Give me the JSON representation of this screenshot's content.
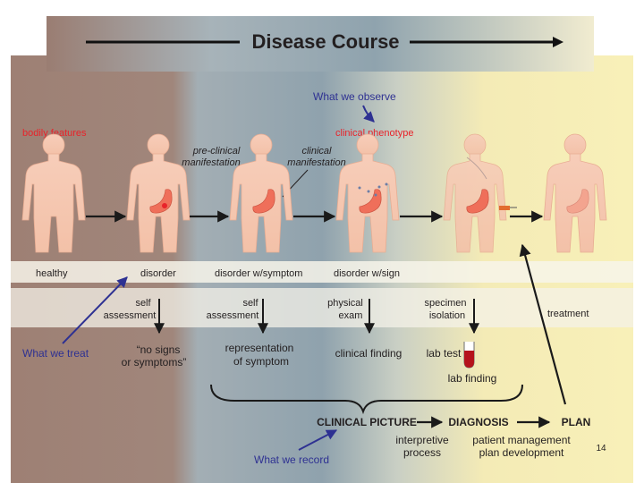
{
  "title": "Disease Course",
  "labels": {
    "what_we_observe": "What we observe",
    "bodily_features": "bodily features",
    "clinical_phenotype": "clinical phenotype",
    "preclinical_1": "pre-clinical",
    "preclinical_2": "manifestation",
    "clinical_1": "clinical",
    "clinical_2": "manifestation",
    "what_we_treat": "What we treat",
    "what_we_record": "What we record",
    "treatment": "treatment",
    "lab_finding": "lab finding"
  },
  "stages": [
    "healthy",
    "disorder",
    "disorder w/symptom",
    "disorder w/sign"
  ],
  "methods": [
    {
      "line1": "self",
      "line2": "assessment"
    },
    {
      "line1": "self",
      "line2": "assessment"
    },
    {
      "line1": "physical",
      "line2": "exam"
    },
    {
      "line1": "specimen",
      "line2": "isolation"
    }
  ],
  "findings": [
    {
      "line1": "“no signs",
      "line2": "or symptoms”"
    },
    {
      "line1": "representation",
      "line2": "of symptom"
    },
    {
      "line1": "clinical finding",
      "line2": ""
    },
    {
      "line1": "lab test",
      "line2": ""
    }
  ],
  "flow": {
    "clinical_picture": "CLINICAL PICTURE",
    "diagnosis": "DIAGNOSIS",
    "plan": "PLAN",
    "interpretive_1": "interpretive",
    "interpretive_2": "process",
    "management_1": "patient management",
    "management_2": "plan development"
  },
  "page_number": "14",
  "colors": {
    "accent_blue": "#2e3192",
    "accent_red": "#e8232a",
    "blood_red": "#b5121b",
    "skin": "#f9d3c0",
    "stomach": "#ef6f5a"
  }
}
